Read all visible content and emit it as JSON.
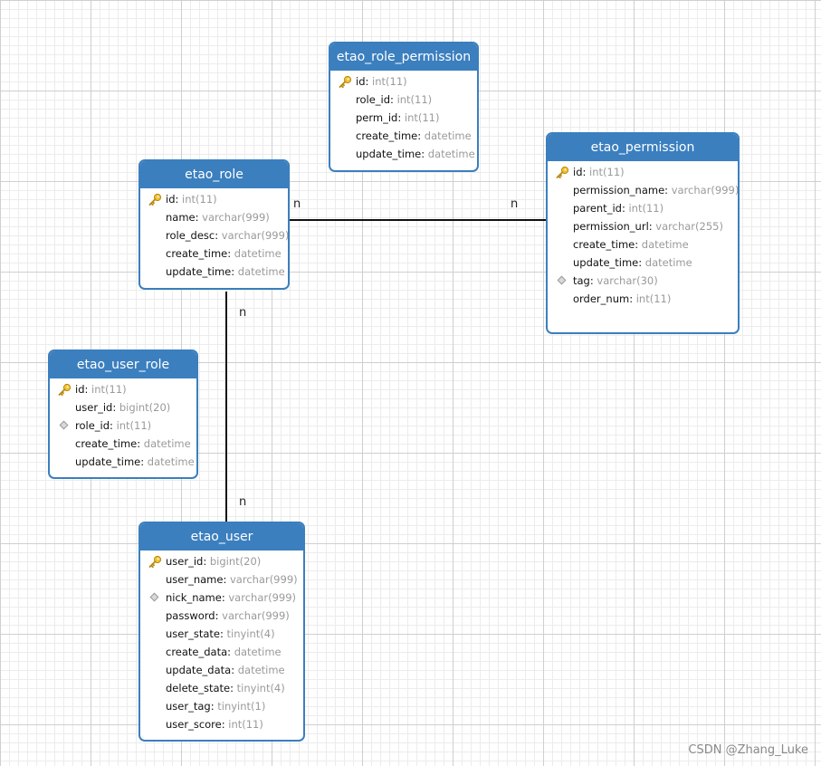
{
  "colors": {
    "entity_header": "#3b7fbf",
    "entity_border": "#3b7fbf",
    "field_name": "#111111",
    "field_type": "#9a9a9a",
    "line": "#111111",
    "key_icon": "#f2c230"
  },
  "entities": {
    "role_permission": {
      "title": "etao_role_permission",
      "fields": [
        {
          "name": "id",
          "type": "int(11)",
          "icon": "primary-key-icon"
        },
        {
          "name": "role_id",
          "type": "int(11)",
          "icon": ""
        },
        {
          "name": "perm_id",
          "type": "int(11)",
          "icon": ""
        },
        {
          "name": "create_time",
          "type": "datetime",
          "icon": ""
        },
        {
          "name": "update_time",
          "type": "datetime",
          "icon": ""
        }
      ]
    },
    "permission": {
      "title": "etao_permission",
      "fields": [
        {
          "name": "id",
          "type": "int(11)",
          "icon": "primary-key-icon"
        },
        {
          "name": "permission_name",
          "type": "varchar(999)",
          "icon": ""
        },
        {
          "name": "parent_id",
          "type": "int(11)",
          "icon": ""
        },
        {
          "name": "permission_url",
          "type": "varchar(255)",
          "icon": ""
        },
        {
          "name": "create_time",
          "type": "datetime",
          "icon": ""
        },
        {
          "name": "update_time",
          "type": "datetime",
          "icon": ""
        },
        {
          "name": "tag",
          "type": "varchar(30)",
          "icon": "index-diamond-icon"
        },
        {
          "name": "order_num",
          "type": "int(11)",
          "icon": ""
        }
      ]
    },
    "role": {
      "title": "etao_role",
      "fields": [
        {
          "name": "id",
          "type": "int(11)",
          "icon": "primary-key-icon"
        },
        {
          "name": "name",
          "type": "varchar(999)",
          "icon": ""
        },
        {
          "name": "role_desc",
          "type": "varchar(999)",
          "icon": ""
        },
        {
          "name": "create_time",
          "type": "datetime",
          "icon": ""
        },
        {
          "name": "update_time",
          "type": "datetime",
          "icon": ""
        }
      ]
    },
    "user_role": {
      "title": "etao_user_role",
      "fields": [
        {
          "name": "id",
          "type": "int(11)",
          "icon": "primary-key-icon"
        },
        {
          "name": "user_id",
          "type": "bigint(20)",
          "icon": ""
        },
        {
          "name": "role_id",
          "type": "int(11)",
          "icon": "index-diamond-icon"
        },
        {
          "name": "create_time",
          "type": "datetime",
          "icon": ""
        },
        {
          "name": "update_time",
          "type": "datetime",
          "icon": ""
        }
      ]
    },
    "user": {
      "title": "etao_user",
      "fields": [
        {
          "name": "user_id",
          "type": "bigint(20)",
          "icon": "primary-key-icon"
        },
        {
          "name": "user_name",
          "type": "varchar(999)",
          "icon": ""
        },
        {
          "name": "nick_name",
          "type": "varchar(999)",
          "icon": "index-diamond-icon"
        },
        {
          "name": "password",
          "type": "varchar(999)",
          "icon": ""
        },
        {
          "name": "user_state",
          "type": "tinyint(4)",
          "icon": ""
        },
        {
          "name": "create_data",
          "type": "datetime",
          "icon": ""
        },
        {
          "name": "update_data",
          "type": "datetime",
          "icon": ""
        },
        {
          "name": "delete_state",
          "type": "tinyint(4)",
          "icon": ""
        },
        {
          "name": "user_tag",
          "type": "tinyint(1)",
          "icon": ""
        },
        {
          "name": "user_score",
          "type": "int(11)",
          "icon": ""
        }
      ]
    }
  },
  "relations": {
    "role_permission": {
      "from_card": "n",
      "to_card": "n"
    },
    "role_user": {
      "from_card": "n",
      "to_card": "n"
    }
  },
  "watermark": "CSDN @Zhang_Luke"
}
